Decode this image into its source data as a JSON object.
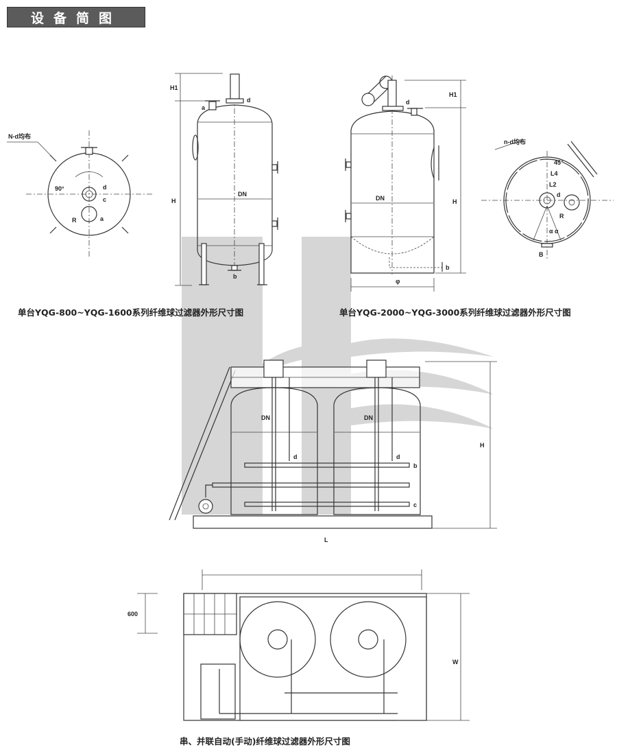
{
  "header": {
    "title": "设备简图"
  },
  "captions": {
    "single_small": "单台YQG-800~YQG-1600系列纤维球过滤器外形尺寸图",
    "single_large": "单台YQG-2000~YQG-3000系列纤维球过滤器外形尺寸图",
    "series_parallel": "串、并联自动(手动)纤维球过滤器外形尺寸图"
  },
  "labels": {
    "small_plan": {
      "holes": "N-d均布",
      "angle": "90°",
      "r": "R",
      "d": "d",
      "c": "c",
      "a": "a"
    },
    "small_elev": {
      "h1": "H1",
      "h": "H",
      "dn": "DN",
      "a": "a",
      "b": "b",
      "d": "d"
    },
    "large_elev": {
      "h1": "H1",
      "h": "H",
      "dn": "DN",
      "phi": "φ",
      "b": "b",
      "d": "d"
    },
    "large_plan": {
      "holes": "n-d均布",
      "angle": "45°",
      "l4": "L4",
      "l2": "L2",
      "d": "d",
      "r": "R",
      "b": "B",
      "alpha": "α α"
    },
    "assembly": {
      "dn": "DN",
      "h": "H",
      "l": "L",
      "b": "b",
      "c": "c",
      "d": "d"
    },
    "plan_view": {
      "dim600": "600",
      "w": "W"
    }
  }
}
